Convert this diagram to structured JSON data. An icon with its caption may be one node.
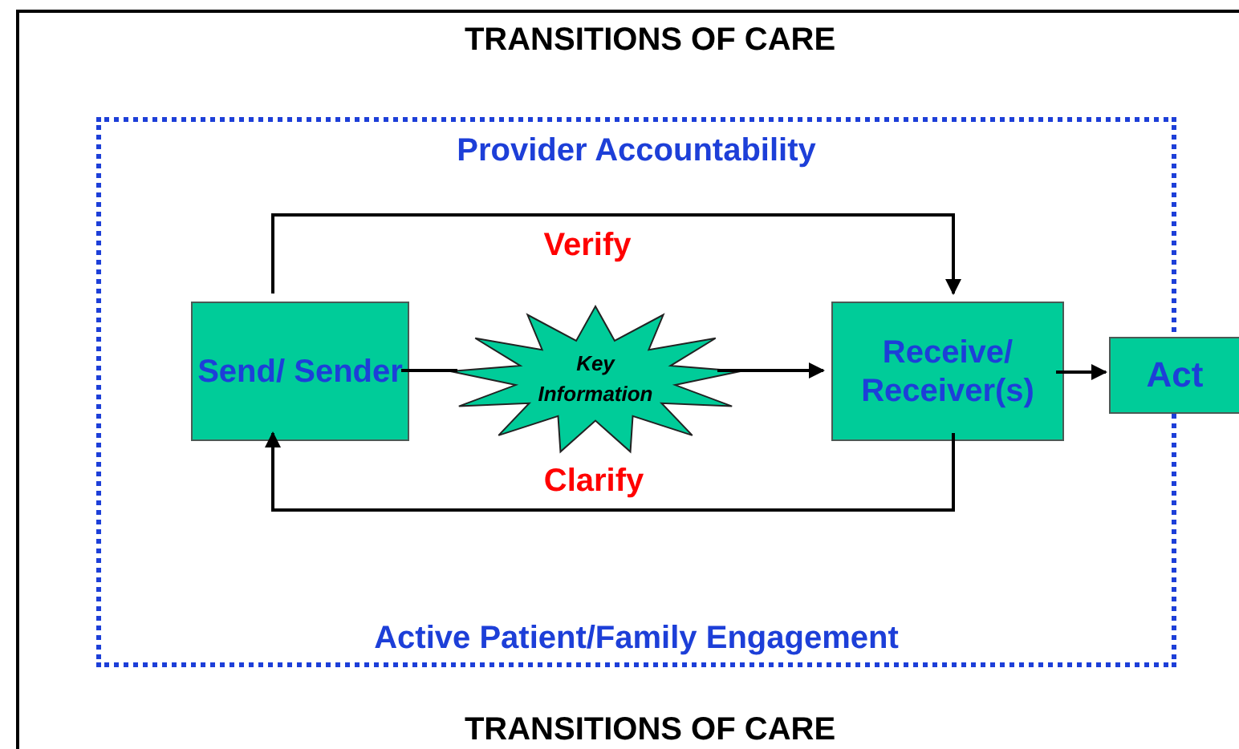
{
  "diagram": {
    "nodes": [
      {
        "text": [
          "TRANSITIONS OF CARE",
          "TRANSITIONS OF CARE"
        ]
      },
      {
        "text": [
          "Provider Accountability",
          "Active Patient/Family Engagement"
        ],
        "in": 0
      },
      {
        "text": [
          "Send/ Sender"
        ],
        "in": 1
      },
      {
        "text": [
          "Key Information"
        ],
        "in": 1
      },
      {
        "text": [
          "Receive/ Receiver(s)"
        ],
        "in": 1
      },
      {
        "text": [
          "Act"
        ],
        "in": 0
      }
    ],
    "edges": [
      {
        "from": 2,
        "to": 3,
        "arrow": "none"
      },
      {
        "from": 3,
        "to": 4,
        "arrow": "to"
      },
      {
        "from": 2,
        "to": 4,
        "arrow": "to",
        "label": "Verify"
      },
      {
        "from": 4,
        "to": 2,
        "arrow": "to",
        "label": "Clarify"
      },
      {
        "from": 4,
        "to": 5,
        "arrow": "to"
      }
    ]
  }
}
